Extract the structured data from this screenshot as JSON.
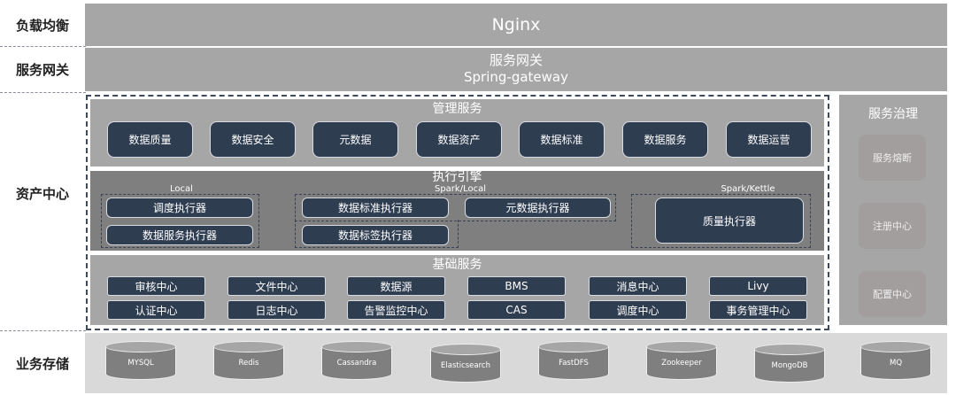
{
  "layers": {
    "lb": "负载均衡",
    "gateway": "服务网关",
    "asset": "资产中心",
    "storage": "业务存储"
  },
  "nginx": "Nginx",
  "gateway": {
    "line1": "服务网关",
    "line2": "Spring-gateway"
  },
  "management": {
    "title": "管理服务",
    "items": [
      "数据质量",
      "数据安全",
      "元数据",
      "数据资产",
      "数据标准",
      "数据服务",
      "数据运营"
    ]
  },
  "engine": {
    "title": "执行引擎",
    "local": {
      "label": "Local",
      "items": [
        "调度执行器",
        "数据服务执行器"
      ]
    },
    "spark_local": {
      "label": "Spark/Local",
      "items": [
        "数据标准执行器",
        "数据标签执行器",
        "元数据执行器"
      ]
    },
    "spark_kettle": {
      "label": "Spark/Kettle",
      "items": [
        "质量执行器"
      ]
    }
  },
  "basic": {
    "title": "基础服务",
    "row1": [
      "审核中心",
      "文件中心",
      "数据源",
      "BMS",
      "消息中心",
      "Livy"
    ],
    "row2": [
      "认证中心",
      "日志中心",
      "告警监控中心",
      "CAS",
      "调度中心",
      "事务管理中心"
    ]
  },
  "governance": {
    "title": "服务治理",
    "items": [
      "服务熔断",
      "注册中心",
      "配置中心"
    ]
  },
  "stores": [
    "MYSQL",
    "Redis",
    "Cassandra",
    "Elasticsearch",
    "FastDFS",
    "Zookeeper",
    "MongoDB",
    "MQ"
  ]
}
